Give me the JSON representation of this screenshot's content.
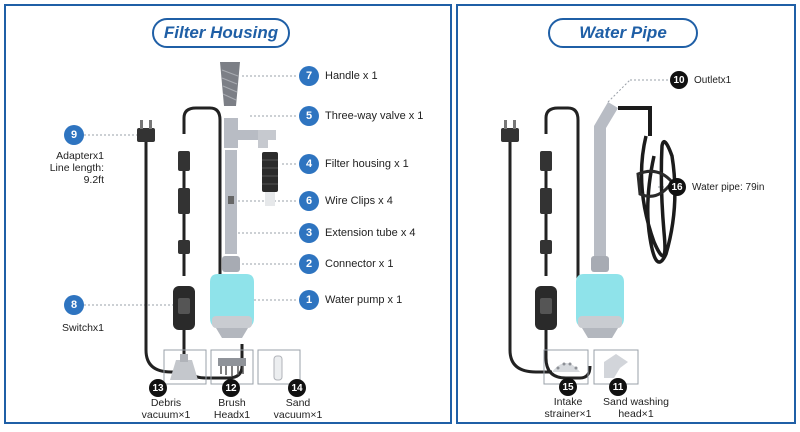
{
  "left": {
    "title": "Filter Housing",
    "parts": [
      {
        "num": "7",
        "label": "Handle x 1"
      },
      {
        "num": "5",
        "label": "Three-way valve x 1"
      },
      {
        "num": "4",
        "label": "Filter housing x 1"
      },
      {
        "num": "6",
        "label": "Wire Clips x 4"
      },
      {
        "num": "3",
        "label": "Extension tube x 4"
      },
      {
        "num": "2",
        "label": "Connector x 1"
      },
      {
        "num": "1",
        "label": "Water pump x 1"
      }
    ],
    "adapter": {
      "num": "9",
      "line1": "Adapterx1",
      "line2": "Line length:",
      "line3": "9.2ft"
    },
    "switch": {
      "num": "8",
      "label": "Switchx1"
    },
    "accessories": [
      {
        "num": "13",
        "line1": "Debris",
        "line2": "vacuum×1"
      },
      {
        "num": "12",
        "line1": "Brush",
        "line2": "Headx1"
      },
      {
        "num": "14",
        "line1": "Sand",
        "line2": "vacuum×1"
      }
    ]
  },
  "right": {
    "title": "Water Pipe",
    "outlet": {
      "num": "10",
      "label": "Outletx1"
    },
    "pipe": {
      "num": "16",
      "label": "Water pipe: 79in"
    },
    "accessories": [
      {
        "num": "15",
        "line1": "Intake",
        "line2": "strainer×1"
      },
      {
        "num": "11",
        "line1": "Sand washing",
        "line2": "head×1"
      }
    ]
  },
  "colors": {
    "border": "#1f5fa6",
    "badge": "#2e74c0",
    "pump": "#8fe3ea",
    "tube": "#b8bcc4",
    "cable": "#222222"
  }
}
